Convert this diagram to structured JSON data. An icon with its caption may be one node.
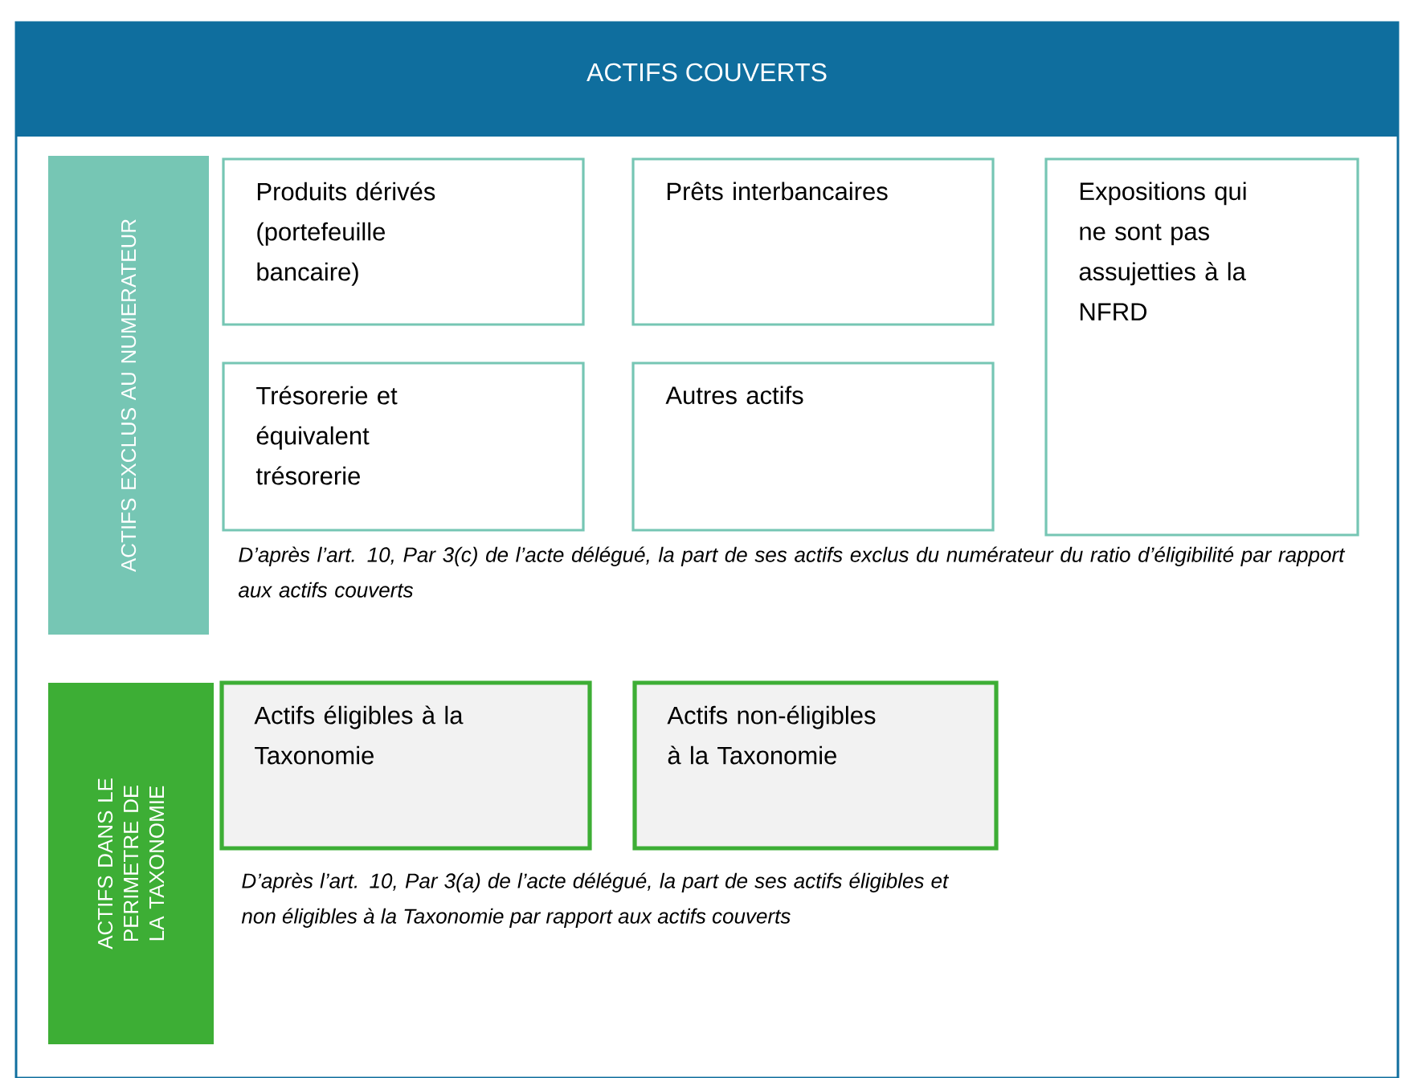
{
  "diagram": {
    "nodes": [
      {
        "text": [
          "ACTIFS COUVERTS"
        ]
      },
      {
        "text": [
          "ACTIFS EXCLUS AU NUMERATEUR"
        ],
        "in": 0
      },
      {
        "text": [
          "Produits dérivés (portefeuille bancaire)"
        ],
        "in": 0
      },
      {
        "text": [
          "Prêts interbancaires"
        ],
        "in": 0
      },
      {
        "text": [
          "Expositions qui ne sont pas assujetties à la NFRD"
        ],
        "in": 0
      },
      {
        "text": [
          "Trésorerie et équivalent trésorerie"
        ],
        "in": 0
      },
      {
        "text": [
          "Autres actifs"
        ],
        "in": 0
      },
      {
        "text": [
          "ACTIFS DANS LE PERIMETRE DE LA TAXONOMIE"
        ],
        "in": 0
      },
      {
        "text": [
          "Actifs éligibles à la Taxonomie"
        ],
        "in": 0
      },
      {
        "text": [
          "Actifs non-éligibles à la Taxonomie"
        ],
        "in": 0
      }
    ],
    "labels": [
      "D’après l’art. 10, Par 3(c) de l’acte délégué, la part de ses actifs exclus du numérateur du ratio d’éligibilité par rapport aux actifs couverts",
      "D’après l’art. 10, Par 3(a) de l’acte délégué, la part de ses actifs éligibles et non éligibles à la Taxonomie par rapport aux actifs couverts"
    ]
  }
}
